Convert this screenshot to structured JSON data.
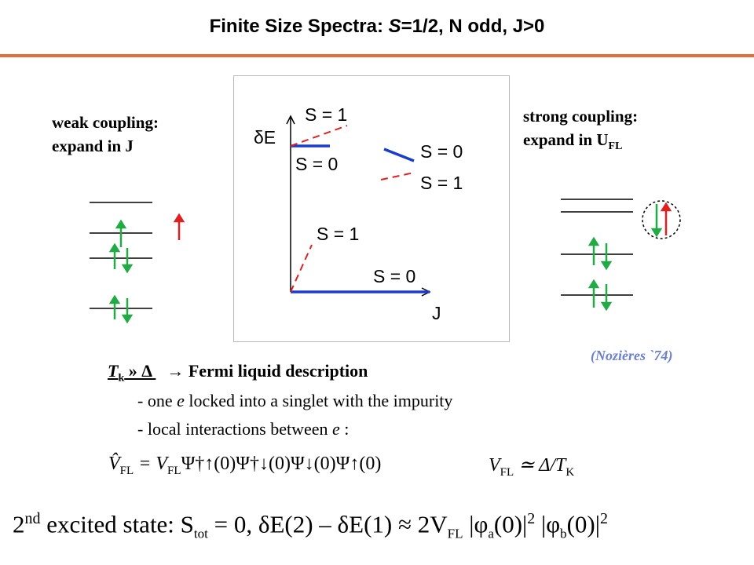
{
  "title": {
    "prefix": "Finite Size Spectra: ",
    "spin_var": "S",
    "suffix": "=1/2, N odd,  J>0"
  },
  "left_label": {
    "line1": "weak coupling:",
    "line2": "expand in J"
  },
  "right_label": {
    "line1": "strong coupling:",
    "line2": "expand in U",
    "sub": "FL"
  },
  "plot": {
    "y_label": "δE",
    "x_label": "J",
    "labels": [
      "S = 1",
      "S = 0",
      "S = 0",
      "S = 1",
      "S = 1",
      "S = 0"
    ]
  },
  "reference": "(Nozières `74)",
  "fermi": {
    "tk": "T",
    "tk_sub": "k",
    "relation": " » Δ ",
    "arrow_text": "→ Fermi liquid description"
  },
  "bullets": [
    "- one ",
    "e",
    " locked into a singlet with the impurity",
    "- local interactions between ",
    "e",
    " :"
  ],
  "formula_left": {
    "lhs": "V̂",
    "lhs_sub": "FL",
    "eq": " = V",
    "eq_sub": "FL",
    "ops": "Ψ†↑(0)Ψ†↓(0)Ψ↓(0)Ψ↑(0)"
  },
  "formula_right": {
    "v": "V",
    "v_sub": "FL",
    "rest": " ≃ Δ/T",
    "rest_sub": "K"
  },
  "bottom": {
    "pre": "2",
    "pre_sup": "nd",
    "mid": " excited state: S",
    "stot_sub": "tot",
    "eq": " = 0, δE(2) – δE(1) ≈  2V",
    "v_sub": "FL",
    "phi_a": " |φ",
    "a_sub": "a",
    "phi_a_end": "(0)|",
    "sq1": "2",
    "phi_b": " |φ",
    "b_sub": "b",
    "phi_b_end": "(0)|",
    "sq2": "2"
  },
  "colors": {
    "accent": "#e86a3c",
    "blue": "#1a3ccc",
    "red": "#e02020",
    "green": "#22aa44",
    "ref": "#6a7fd0"
  }
}
